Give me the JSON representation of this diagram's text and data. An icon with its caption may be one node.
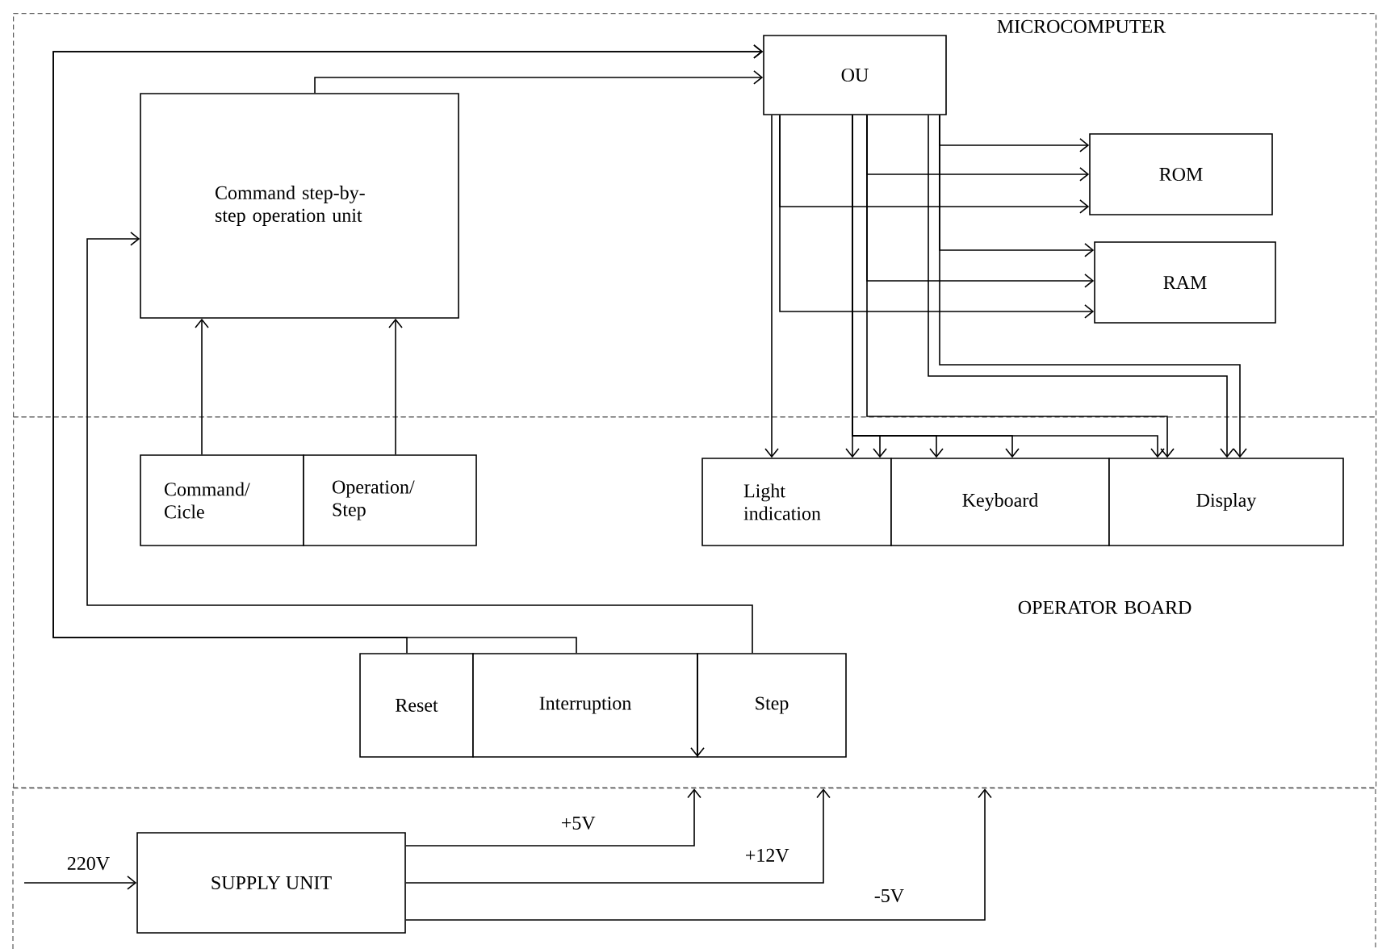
{
  "diagram": {
    "nodes": [
      {
        "text": [
          "MICROCOMPUTER"
        ]
      },
      {
        "text": [
          "Command step-by-step operation unit"
        ],
        "in": 0
      },
      {
        "text": [
          "OU"
        ],
        "in": 0
      },
      {
        "text": [
          "ROM"
        ],
        "in": 0
      },
      {
        "text": [
          "RAM"
        ],
        "in": 0
      },
      {
        "text": [
          "OPERATOR BOARD"
        ]
      },
      {
        "text": [
          "Command/ Cicle"
        ],
        "in": 5
      },
      {
        "text": [
          "Operation/ Step"
        ],
        "in": 5
      },
      {
        "text": [
          "Light indication"
        ],
        "in": 5
      },
      {
        "text": [
          "Keyboard"
        ],
        "in": 5
      },
      {
        "text": [
          "Display"
        ],
        "in": 5
      },
      {
        "text": [
          "Reset"
        ],
        "in": 5
      },
      {
        "text": [
          "Interruption"
        ],
        "in": 5
      },
      {
        "text": [
          "Step"
        ],
        "in": 5
      },
      {
        "text": [
          "SUPPLY UNIT"
        ]
      }
    ],
    "edges": [
      {
        "from": 1,
        "to": 2,
        "arrow": "to"
      },
      {
        "from": 11,
        "to": 2,
        "arrow": "to"
      },
      {
        "from": 12,
        "to": 2,
        "arrow": "to"
      },
      {
        "from": 13,
        "to": 1,
        "arrow": "to"
      },
      {
        "from": 6,
        "to": 1,
        "arrow": "to"
      },
      {
        "from": 7,
        "to": 1,
        "arrow": "to"
      },
      {
        "from": 2,
        "to": 3,
        "arrow": "to"
      },
      {
        "from": 2,
        "to": 3,
        "arrow": "to"
      },
      {
        "from": 2,
        "to": 3,
        "arrow": "to"
      },
      {
        "from": 2,
        "to": 4,
        "arrow": "to"
      },
      {
        "from": 2,
        "to": 4,
        "arrow": "to"
      },
      {
        "from": 2,
        "to": 4,
        "arrow": "to"
      },
      {
        "from": 2,
        "to": 8,
        "arrow": "to"
      },
      {
        "from": 2,
        "to": 8,
        "arrow": "to"
      },
      {
        "from": 2,
        "to": 8,
        "arrow": "to"
      },
      {
        "from": 2,
        "to": 9,
        "arrow": "to"
      },
      {
        "from": 2,
        "to": 9,
        "arrow": "to"
      },
      {
        "from": 2,
        "to": 10,
        "arrow": "to"
      },
      {
        "from": 2,
        "to": 10,
        "arrow": "to"
      },
      {
        "from": 2,
        "to": 10,
        "arrow": "to"
      },
      {
        "from": 2,
        "to": 10,
        "arrow": "to"
      },
      {
        "from": null,
        "to": 14,
        "arrow": "to",
        "label": "220V"
      },
      {
        "from": 14,
        "to": 5,
        "arrow": "to",
        "label": "+5V"
      },
      {
        "from": 14,
        "to": 5,
        "arrow": "to",
        "label": "+12V"
      },
      {
        "from": 14,
        "to": 5,
        "arrow": "to",
        "label": "-5V"
      }
    ]
  }
}
